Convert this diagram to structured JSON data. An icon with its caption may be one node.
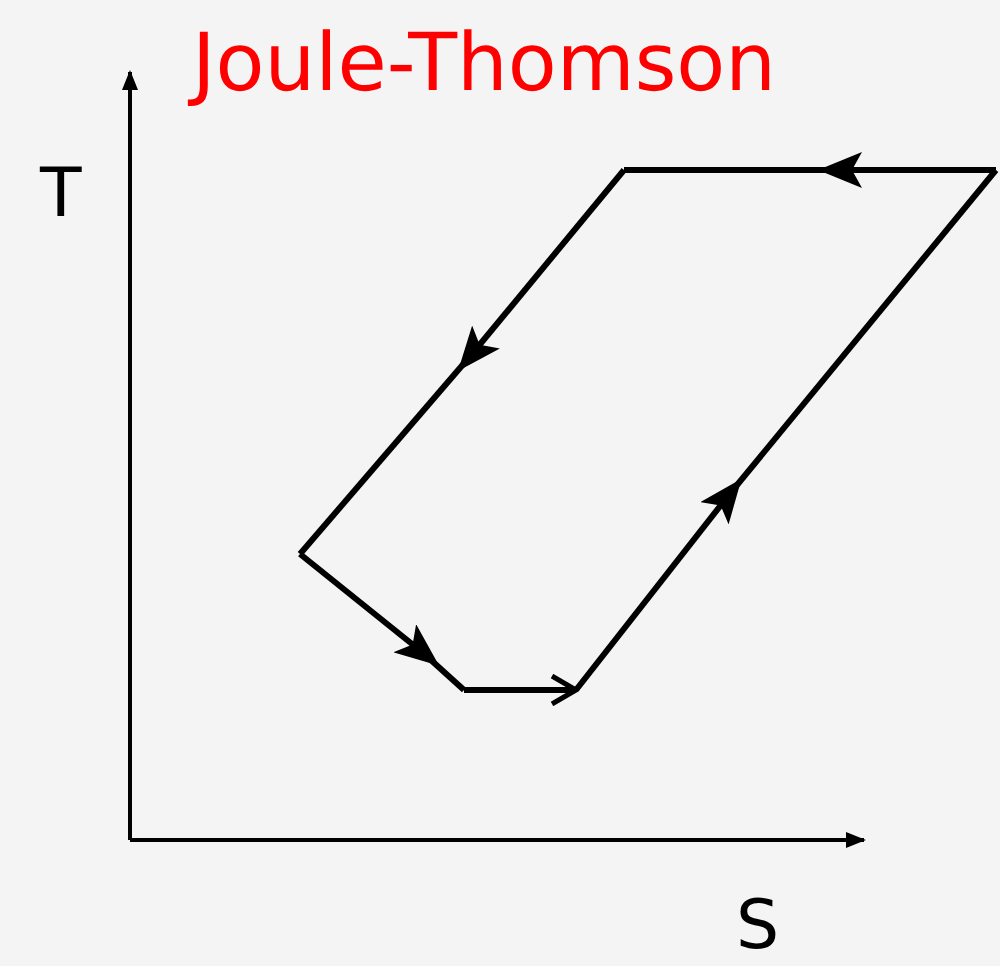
{
  "diagram": {
    "title": "Joule-Thomson",
    "labels": [
      "T",
      "S"
    ]
  }
}
